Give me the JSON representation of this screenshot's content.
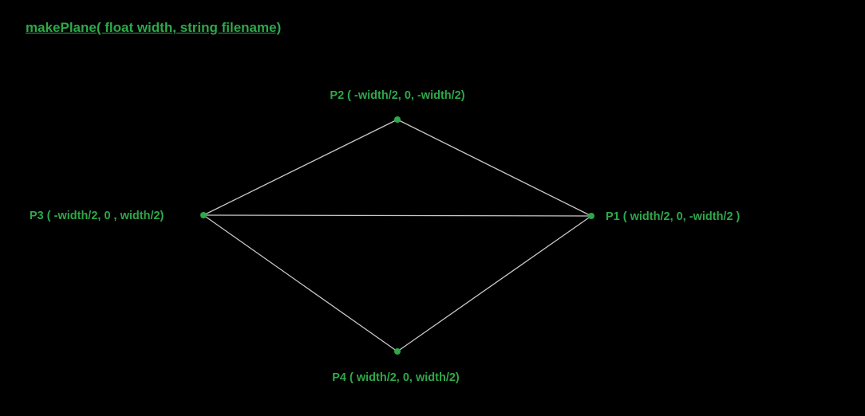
{
  "title": "makePlane( float width, string filename)",
  "colors": {
    "background": "#000000",
    "text": "#2ea84a",
    "point": "#2ea84a",
    "edge": "#c8c8c8"
  },
  "points": {
    "p1": {
      "label": "P1 ( width/2, 0, -width/2 )"
    },
    "p2": {
      "label": "P2 ( -width/2, 0, -width/2)"
    },
    "p3": {
      "label": "P3 ( -width/2, 0 , width/2)"
    },
    "p4": {
      "label": "P4 ( width/2, 0, width/2)"
    }
  }
}
